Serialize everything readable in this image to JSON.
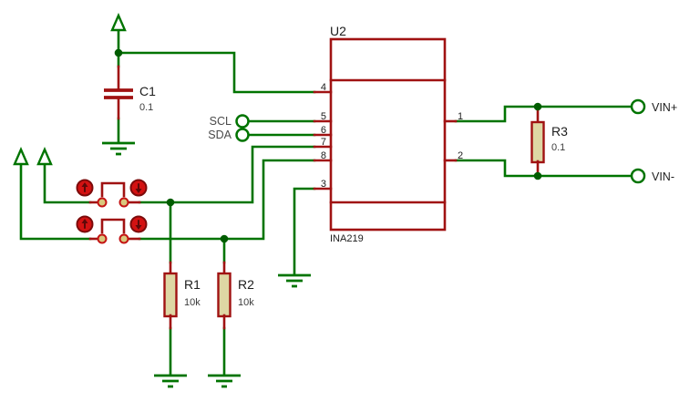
{
  "schematic": {
    "u2": {
      "ref": "U2",
      "part": "INA219",
      "pins": {
        "p1": "1",
        "p2": "2",
        "p3": "3",
        "p4": "4",
        "p5": "5",
        "p6": "6",
        "p7": "7",
        "p8": "8"
      }
    },
    "c1": {
      "ref": "C1",
      "value": "0.1"
    },
    "r1": {
      "ref": "R1",
      "value": "10k"
    },
    "r2": {
      "ref": "R2",
      "value": "10k"
    },
    "r3": {
      "ref": "R3",
      "value": "0.1"
    },
    "terminals": {
      "scl": "SCL",
      "sda": "SDA",
      "vin_plus": "VIN+",
      "vin_minus": "VIN-"
    }
  },
  "colors": {
    "wire": "#007400",
    "comp": "#a01212",
    "dot": "#005c00",
    "bodyfill": "#ded7a4",
    "padfill": "#d9c87e",
    "padring": "#c41414",
    "btnfill": "#d31212",
    "btnring": "#7c0b0b",
    "btnglyph": "#5e0909",
    "ink": "#1c1c1c",
    "ink2": "#3c3c3c",
    "ink3": "#4a4a4a"
  }
}
